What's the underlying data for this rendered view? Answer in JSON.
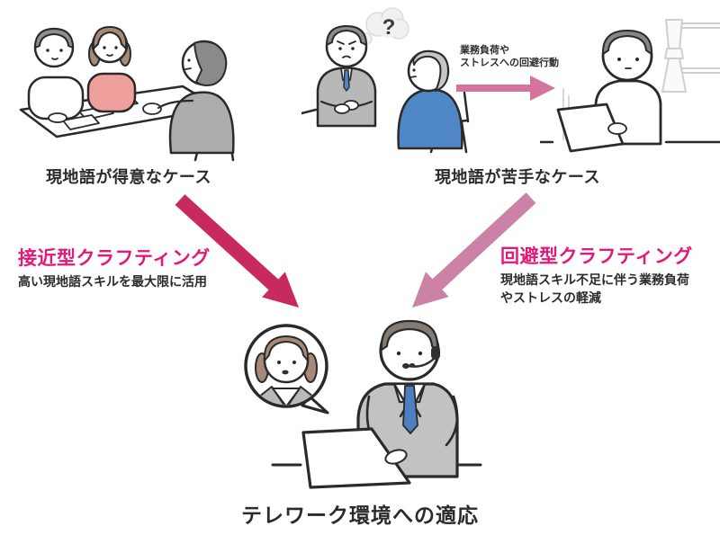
{
  "colors": {
    "heading_magenta": "#E31879",
    "arrow_left": "#C8295E",
    "arrow_right": "#CC82A4",
    "arrow_small": "#D4739B"
  },
  "top_left_case": {
    "caption": "現地語が得意なケース"
  },
  "top_right_case": {
    "caption": "現地語が苦手なケース",
    "thought_mark": "?",
    "behavior_arrow_label_line1": "業務負荷や",
    "behavior_arrow_label_line2": "ストレスへの回避行動"
  },
  "approach_crafting": {
    "heading": "接近型クラフティング",
    "description": "高い現地語スキルを最大限に活用"
  },
  "avoidance_crafting": {
    "heading": "回避型クラフティング",
    "description_line1": "現地語スキル不足に伴う業務負荷",
    "description_line2": "やストレスの軽減"
  },
  "outcome": {
    "caption": "テレワーク環境への適応"
  }
}
